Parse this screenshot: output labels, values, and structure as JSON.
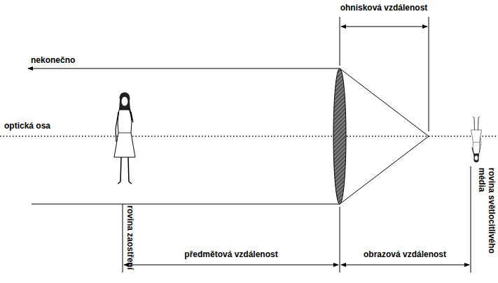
{
  "diagram": {
    "labels": [
      "ohnisková vzdálenost",
      "nekonečno",
      "optická osa",
      "rovina zaostření",
      "předmětová vzdálenost",
      "obrazová vzdálenost",
      "rovina světlocitlivého média"
    ]
  }
}
